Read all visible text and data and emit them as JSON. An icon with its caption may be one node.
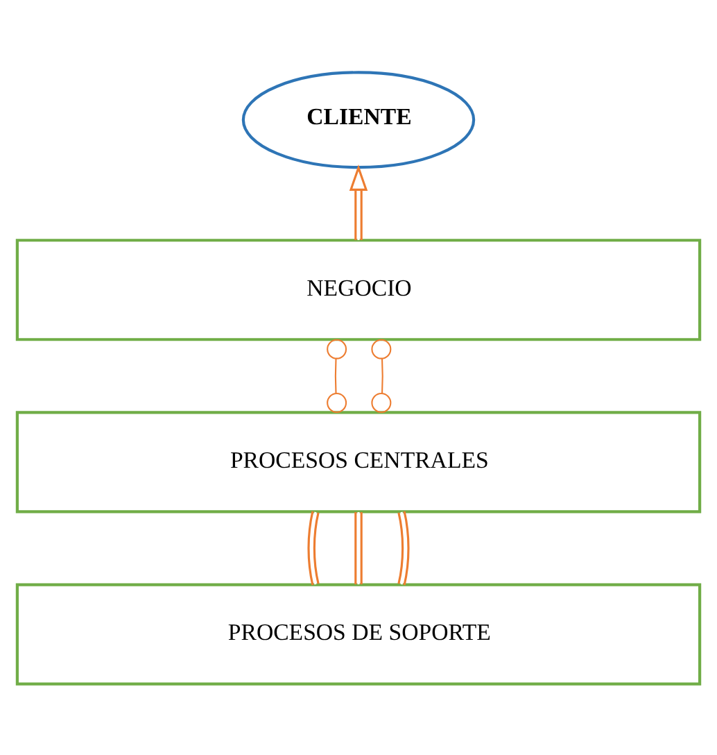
{
  "diagram": {
    "nodes": [
      {
        "text": [
          "CLIENTE"
        ]
      },
      {
        "text": [
          "NEGOCIO"
        ]
      },
      {
        "text": [
          "PROCESOS CENTRALES"
        ]
      },
      {
        "text": [
          "PROCESOS DE SOPORTE"
        ]
      }
    ],
    "edges": [
      {
        "from": 1,
        "to": 0,
        "arrow": "to",
        "color": "#ed7d31"
      },
      {
        "from": 2,
        "to": 1,
        "arrow": "other",
        "color": "#ed7d31"
      },
      {
        "from": 2,
        "to": 1,
        "arrow": "other",
        "color": "#ed7d31"
      },
      {
        "from": 3,
        "to": 2,
        "arrow": "none",
        "color": "#ed7d31"
      },
      {
        "from": 3,
        "to": 2,
        "arrow": "none",
        "color": "#ed7d31"
      },
      {
        "from": 3,
        "to": 2,
        "arrow": "none",
        "color": "#ed7d31"
      }
    ]
  }
}
